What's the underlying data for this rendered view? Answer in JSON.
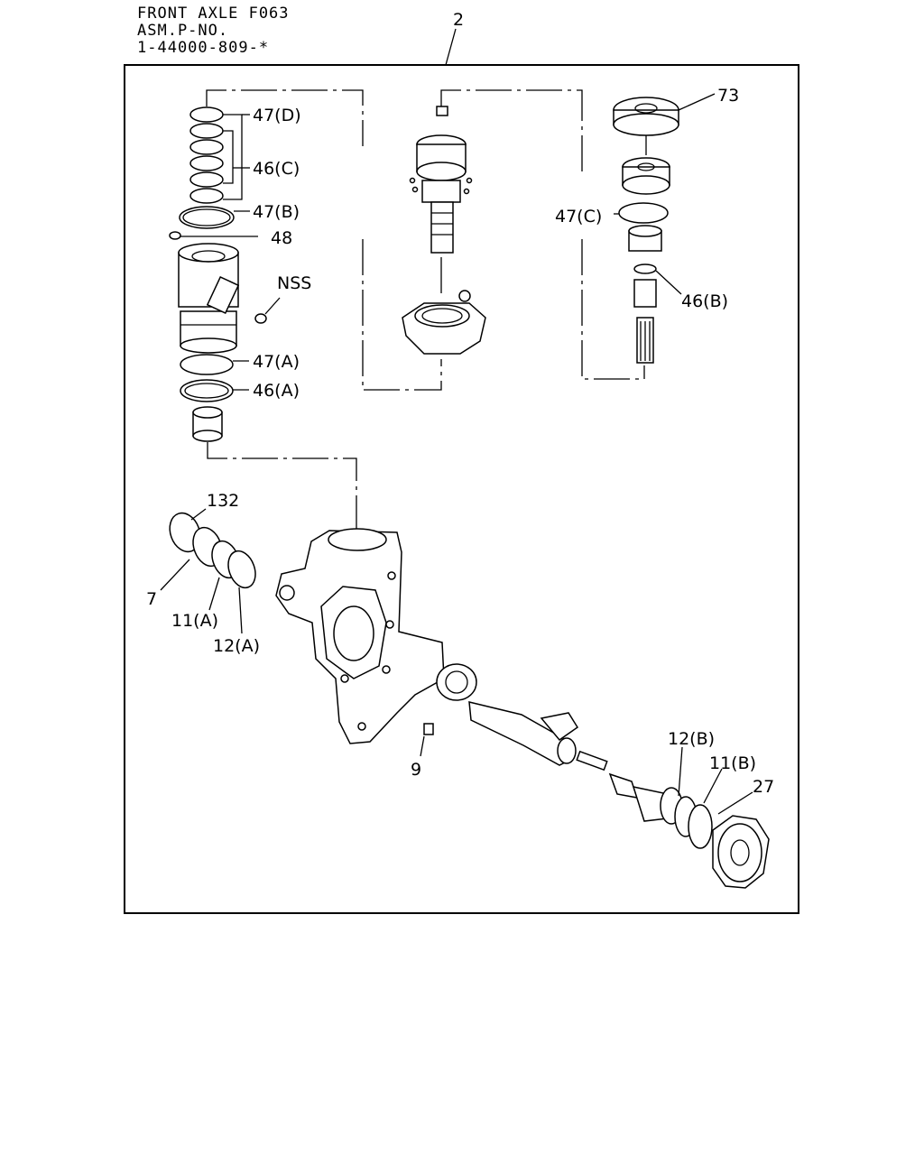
{
  "header": {
    "line1": "FRONT AXLE F063",
    "line2": "ASM.P-NO.",
    "line3": "1-44000-809-*"
  },
  "labels": {
    "assembly": "2",
    "p47d": "47(D)",
    "p46c": "46(C)",
    "p47b": "47(B)",
    "p48": "48",
    "nss": "NSS",
    "p47a": "47(A)",
    "p46a": "46(A)",
    "p73": "73",
    "p47c": "47(C)",
    "p46b": "46(B)",
    "p132": "132",
    "p7": "7",
    "p11a": "11(A)",
    "p12a": "12(A)",
    "p9": "9",
    "p12b": "12(B)",
    "p11b": "11(B)",
    "p27": "27"
  }
}
